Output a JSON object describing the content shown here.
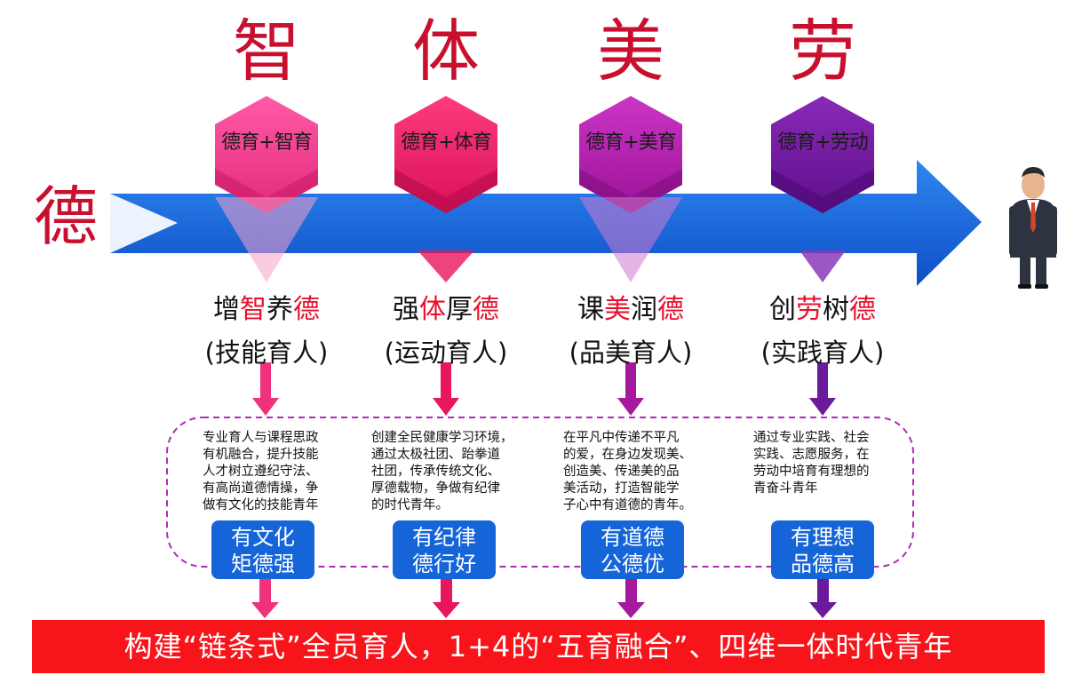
{
  "top_chars": [
    "智",
    "体",
    "美",
    "劳"
  ],
  "left_char": "德",
  "hex_labels": [
    "德育+智育",
    "德育+体育",
    "德育+美育",
    "德育+劳动"
  ],
  "columns": [
    {
      "phrase_pre": "增",
      "phrase_hl": "智",
      "phrase_mid": "养",
      "phrase_end": "德",
      "sub": "(技能育人)",
      "desc": [
        "专业育人与课程思政",
        "有机融合，提升技能",
        "人才树立遵纪守法、",
        "有高尚道德情操，争",
        "做有文化的技能青年"
      ],
      "badge": [
        "有文化",
        "矩德强"
      ],
      "color": "#f0317b"
    },
    {
      "phrase_pre": "强",
      "phrase_hl": "体",
      "phrase_mid": "厚",
      "phrase_end": "德",
      "sub": "(运动育人)",
      "desc": [
        "创建全民健康学习环境，",
        "通过太极社团、跆拳道",
        "社团，传承传统文化、",
        "厚德载物，争做有纪律",
        "的时代青年。"
      ],
      "badge": [
        "有纪律",
        "德行好"
      ],
      "color": "#e8155f"
    },
    {
      "phrase_pre": "课",
      "phrase_hl": "美",
      "phrase_mid": "润",
      "phrase_end": "德",
      "sub": "(品美育人)",
      "desc": [
        "在平凡中传递不平凡",
        "的爱，在身边发现美、",
        "创造美、传递美的品",
        "美活动，打造智能学",
        "子心中有道德的青年。"
      ],
      "badge": [
        "有道德",
        "公德优"
      ],
      "color": "#a51a9c"
    },
    {
      "phrase_pre": "创",
      "phrase_hl": "劳",
      "phrase_mid": "树",
      "phrase_end": "德",
      "sub": "(实践育人)",
      "desc": [
        "通过专业实践、社会",
        "实践、志愿服务，在",
        "劳动中培育有理想的",
        "青奋斗青年"
      ],
      "badge": [
        "有理想",
        "品德高"
      ],
      "color": "#6a1a9a"
    }
  ],
  "banner": "构建“链条式”全员育人，1+4的“五育融合”、四维一体时代青年"
}
